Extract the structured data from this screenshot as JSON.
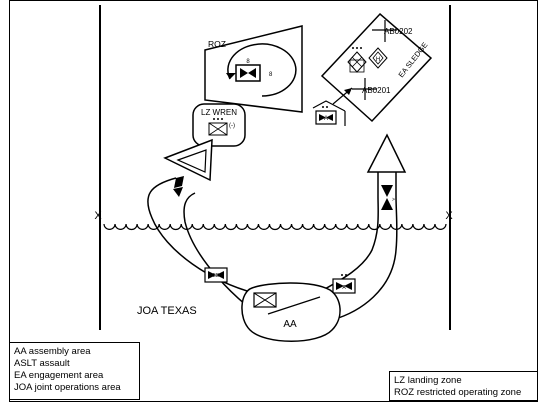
{
  "labels": {
    "roz": "ROZ",
    "lz_wren": "LZ WREN",
    "ab0202": "AB0202",
    "ab0201": "AB0201",
    "ea_sledge": "EA SLEDGE",
    "joa_texas": "JOA TEXAS",
    "aa": "AA",
    "x_left": "X",
    "x_right": "X",
    "roz_echelon": "8",
    "roz_side": "8",
    "lz_unit_mod": "(-)",
    "unit_ea_upper": "H",
    "unit_ea_lower": "A",
    "unit_right_mid": "A",
    "unit_center_lower": "BD",
    "unit_right_lower": "A",
    "route_tick": ">"
  },
  "legend_left": [
    "AA assembly area",
    "ASLT assault",
    "EA engagement area",
    "JOA joint operations area"
  ],
  "legend_right": [
    "LZ landing zone",
    "ROZ restricted operating zone"
  ]
}
